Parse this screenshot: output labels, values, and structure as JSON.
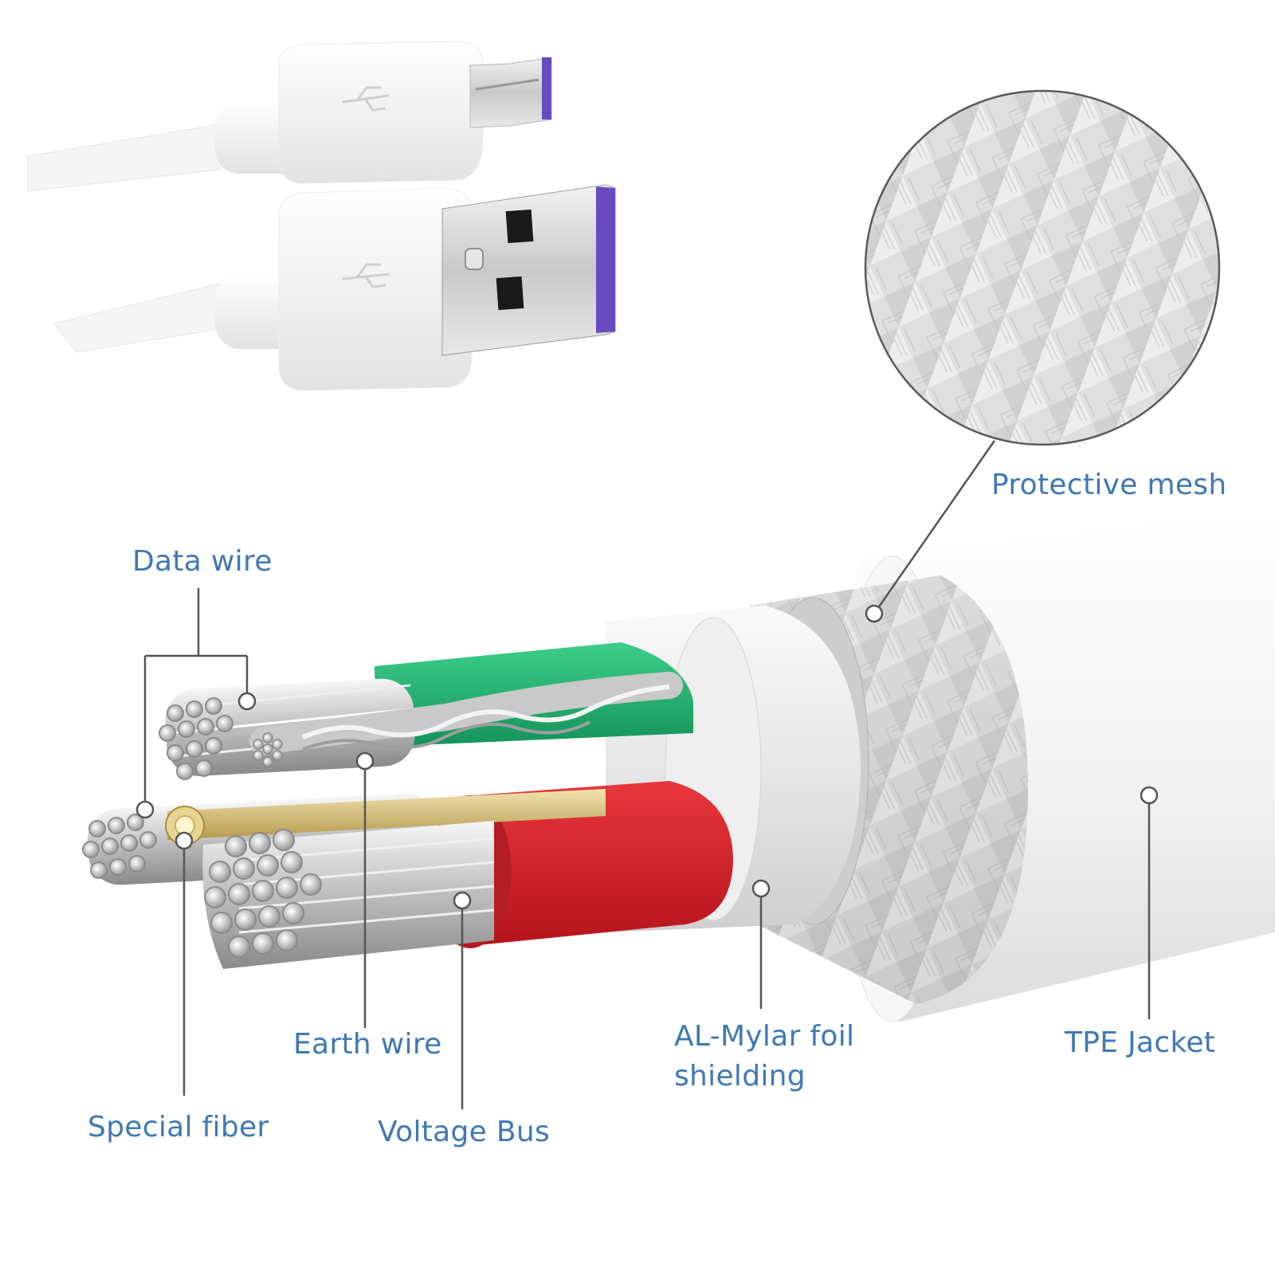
{
  "labels": {
    "protective_mesh": "Protective mesh",
    "data_wire": "Data wire",
    "earth_wire": "Earth wire",
    "special_fiber": "Special fiber",
    "voltage_bus": "Voltage Bus",
    "al_mylar_line1": "AL-Mylar foil",
    "al_mylar_line2": "shielding",
    "tpe_jacket": "TPE Jacket"
  },
  "colors": {
    "label_text": "#3f79b4",
    "leader_line": "#555555",
    "usb_accent_purple": "#6a4bbf",
    "data_wire_insulation_green": "#22a86b",
    "voltage_bus_insulation_red": "#d9262e",
    "special_fiber_gold": "#d8c27a",
    "jacket_white": "#f4f4f4",
    "metal_silver": "#c8c8c8"
  },
  "icons": {
    "usb_logo": "usb-symbol-icon"
  }
}
